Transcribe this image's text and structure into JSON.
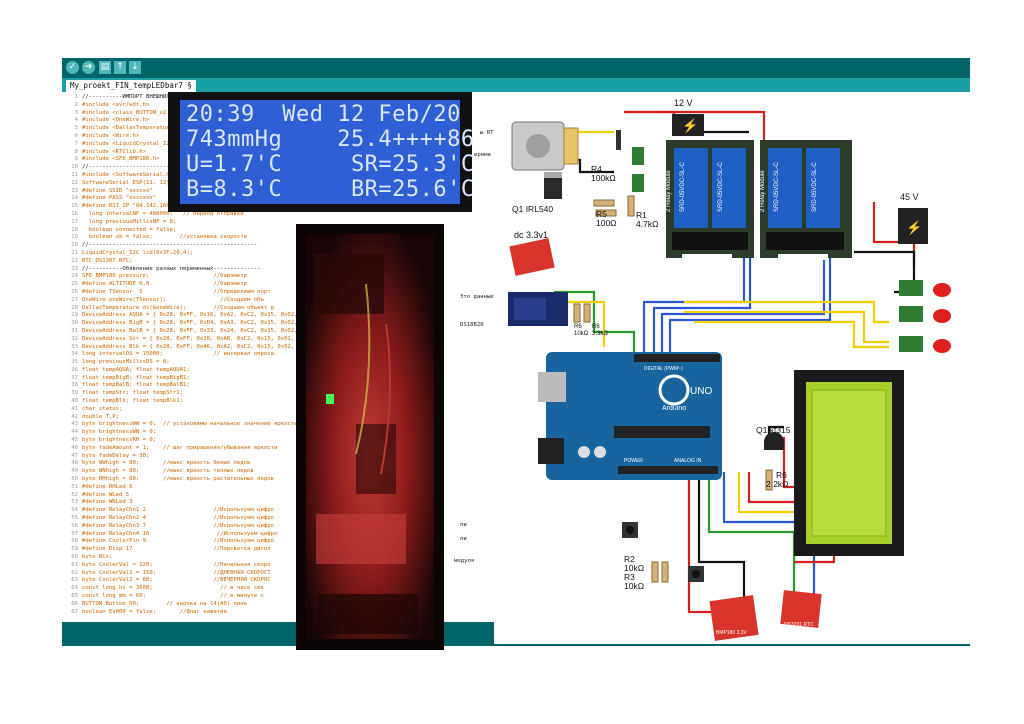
{
  "ide": {
    "tab_label": "My_proekt_FIN_tempLEDbar7 §",
    "toolbar": [
      "verify-icon",
      "upload-icon",
      "new-icon",
      "open-icon",
      "save-icon"
    ],
    "code_lines": [
      "//----------ИМПОРТ ВНЕШНИХ",
      "#include <avr/wdt.h>",
      "#include <class_BUTTON_v2",
      "#include <OneWire.h>",
      "#include <DallasTemperatur",
      "#include <Wire.h>",
      "#include <LiquidCrystal_I2",
      "#include <RTClib.h>",
      "#include <SFE_BMP180.h>",
      "//--------------------------",
      "#include <SoftwareSerial.h",
      "SoftwareSerial ESP(11, 12)",
      "#define SSID \"xxxxxx\"",
      "#define PASS \"xxxxxxx\"",
      "#define DST_IP \"84.142.160.",
      "  long intervalNF = 480000;   // период отправки",
      "  long previousMillisNF = 0;",
      "  boolean connected = false;",
      "  boolean ok = false;        //установка скорости",
      "//--------------------------------------------------",
      "LiquidCrystal_I2C lcd(0x3F,20,4);",
      "RTC_DS1307 RTC;",
      "//----------Обявление разных переменных--------------",
      "SFE_BMP180 pressure;                   //барометр",
      "#define ALTITUDE 6.0                   //барометр",
      "#define TSensor  5                     //Определяем порт",
      "OneWire oneWire(TSensor);                //Создаем объ",
      "DallasTemperature ds(&oneWire);        //Создаем объект д",
      "DeviceAddress AQUA = { 0x28, 0xFF, 0x16, 0xA2, 0xC2, 0x15, 0x02,",
      "DeviceAddress BigB = { 0x28, 0xFF, 0xD4, 0xA3, 0xC2, 0x15, 0x02,",
      "DeviceAddress BalB = { 0x28, 0xFF, 0x33, 0x24, 0xC2, 0x15, 0x02,",
      "DeviceAddress Str = { 0x28, 0xFF, 0x28, 0xA8, 0xC2, 0x15, 0x01,",
      "DeviceAddress Blk = { 0x28, 0xFF, 0x46, 0xA2, 0xC2, 0x15, 0x02,",
      "long intervalDS = 15000;               // интервал опроса",
      "long previousMillisDS = 0;",
      "float tempAQUA; float tempAQUA1;",
      "float tempBigB; float tempBigB1;",
      "float tempBalB; float tempBalB1;",
      "float tempStr; float tempStr1;",
      "float tempBlk; float tempBlk1;",
      "char status;",
      "double T,P;",
      "byte brightnessWW = 0;  // установимы начальное значение яркости",
      "byte brightnessWN = 0;",
      "byte brightnessRH = 0;",
      "byte fadeAmount = 1;    // шаг приращения/убывания яркости",
      "byte fadeDelay = 30;",
      "byte WWhigh = 80;       //макс яркость белых ледов",
      "byte WNhigh = 80;       //макс яркость теплых ледов",
      "byte RHhigh = 60;       //макс яркость растительных ледов",
      "#define RHLed 6",
      "#define WLed 5",
      "#define WNLed 3",
      "#define RelayChn1 2                    //Используем цифро",
      "#define RelayChn2 4                    //Используем цифро",
      "#define RelayChn3 7                    //Используем цифро",
      "#define RelayChn4 16                    //Используем цифро",
      "#define CoolerPin 9                    //Используем цифро",
      "#define Disp 17                        //Подсветка диспл",
      "byte RCs;",
      "byte CoolerVal = 220;                  //Начальная скоро",
      "byte CoolerVal1 = 150;                 //ДНЕВНАЯ СКОРОСТ",
      "byte CoolerVal2 = 80;                  //ВЕЧЕРНЯЯ СКОРОС",
      "const long hs = 3600;                    // в часе сек",
      "const long mm = 60;                      // в минуте с",
      "BUTTON Button_00;        // кнопка на 14(A0) пине",
      "boolean Ev000 = false;       //Флаг нажатия"
    ],
    "side_text": [
      "Это данные н",
      "DS18B20",
      "ли",
      "ли",
      "модуля",
      "ы RTC",
      "время"
    ]
  },
  "lcd": {
    "rows": [
      "20:39  Wed 12 Feb/20",
      "743mmHg    25.4++++86",
      "U=1.7'C     SR=25.3'C",
      "B=8.3'C     BR=25.6'C"
    ]
  },
  "schematic": {
    "labels": {
      "power_12v": "12 V",
      "power_45v": "45 V",
      "dc_module": "dc 3.3v1",
      "r4": "R4",
      "r4_val": "100kΩ",
      "q1_mos": "Q1 IRL540",
      "r5": "R5",
      "r5_val": "100Ω",
      "r1": "R1",
      "r1_val": "4.7kΩ",
      "q1_npn": "Q1  kt315",
      "r6": "R6",
      "r6_val": "2.2kΩ",
      "r2": "R2",
      "r2_val": "10kΩ",
      "r3": "R3",
      "r3_val": "10kΩ",
      "uno_brand": "UNO",
      "uno_sub": "Arduino",
      "uno_digital": "DIGITAL (PWM~)",
      "uno_analog": "ANALOG IN",
      "uno_power": "POWER",
      "relay_text": "SRD-05VDC-SL-C",
      "relay_module": "2 Relay Module",
      "r_small1": "R6",
      "r_small1_val": "10kΩ",
      "r_small2": "R6",
      "r_small2_val": "3.3kΩ",
      "sensor1": "BMP180 3.3V",
      "sensor2": "DS3231 RTC"
    },
    "colors": {
      "board": "#17649e",
      "relay_board": "#2b3d2a",
      "relay": "#1e5fc4",
      "lcd_screen": "#a9d02b",
      "red_module": "#d9342b",
      "wire_red": "#d62020",
      "wire_blue": "#2a56d8",
      "wire_green": "#2a9a2a",
      "wire_yellow": "#f0d000",
      "wire_black": "#111111"
    }
  }
}
